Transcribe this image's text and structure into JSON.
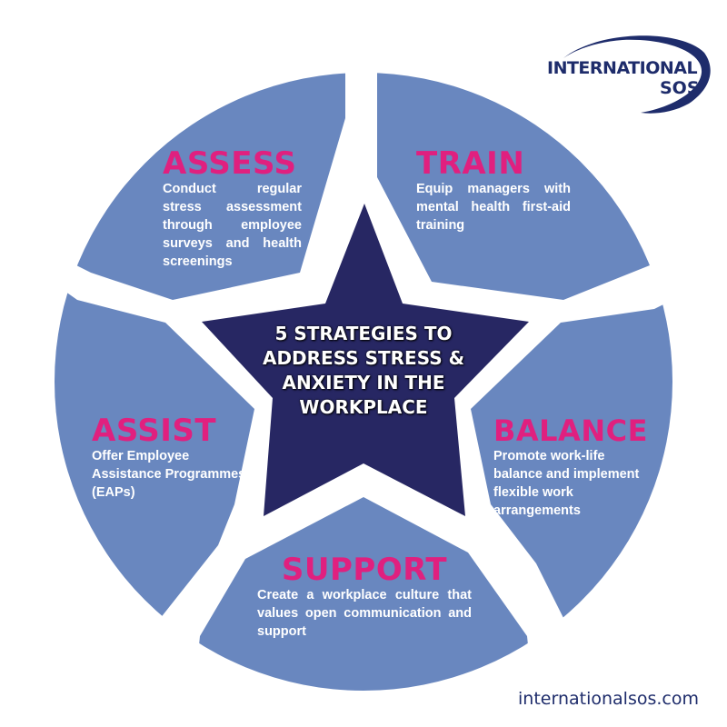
{
  "logo": {
    "line1": "INTERNATIONAL",
    "line2": "SOS",
    "icon": "swoosh-arc-icon",
    "color": "#1e2c6b"
  },
  "center": {
    "title": "5 STRATEGIES TO ADDRESS STRESS & ANXIETY IN THE WORKPLACE",
    "shape": "star-icon",
    "color": "#272763"
  },
  "strategies": [
    {
      "id": "assess",
      "title": "ASSESS",
      "description": "Conduct regular stress assessment through employee surveys and health screenings"
    },
    {
      "id": "train",
      "title": "TRAIN",
      "description": "Equip managers with mental health first-aid training"
    },
    {
      "id": "balance",
      "title": "BALANCE",
      "description": "Promote work-life balance and implement flexible work arrangements"
    },
    {
      "id": "support",
      "title": "SUPPORT",
      "description": "Create a workplace culture that values open communication and support"
    },
    {
      "id": "assist",
      "title": "ASSIST",
      "description": "Offer Employee Assistance Programmes (EAPs)"
    }
  ],
  "colors": {
    "segment": "#6987bf",
    "title_accent": "#e0207f",
    "text": "#ffffff"
  },
  "footer": {
    "website": "internationalsos.com"
  }
}
